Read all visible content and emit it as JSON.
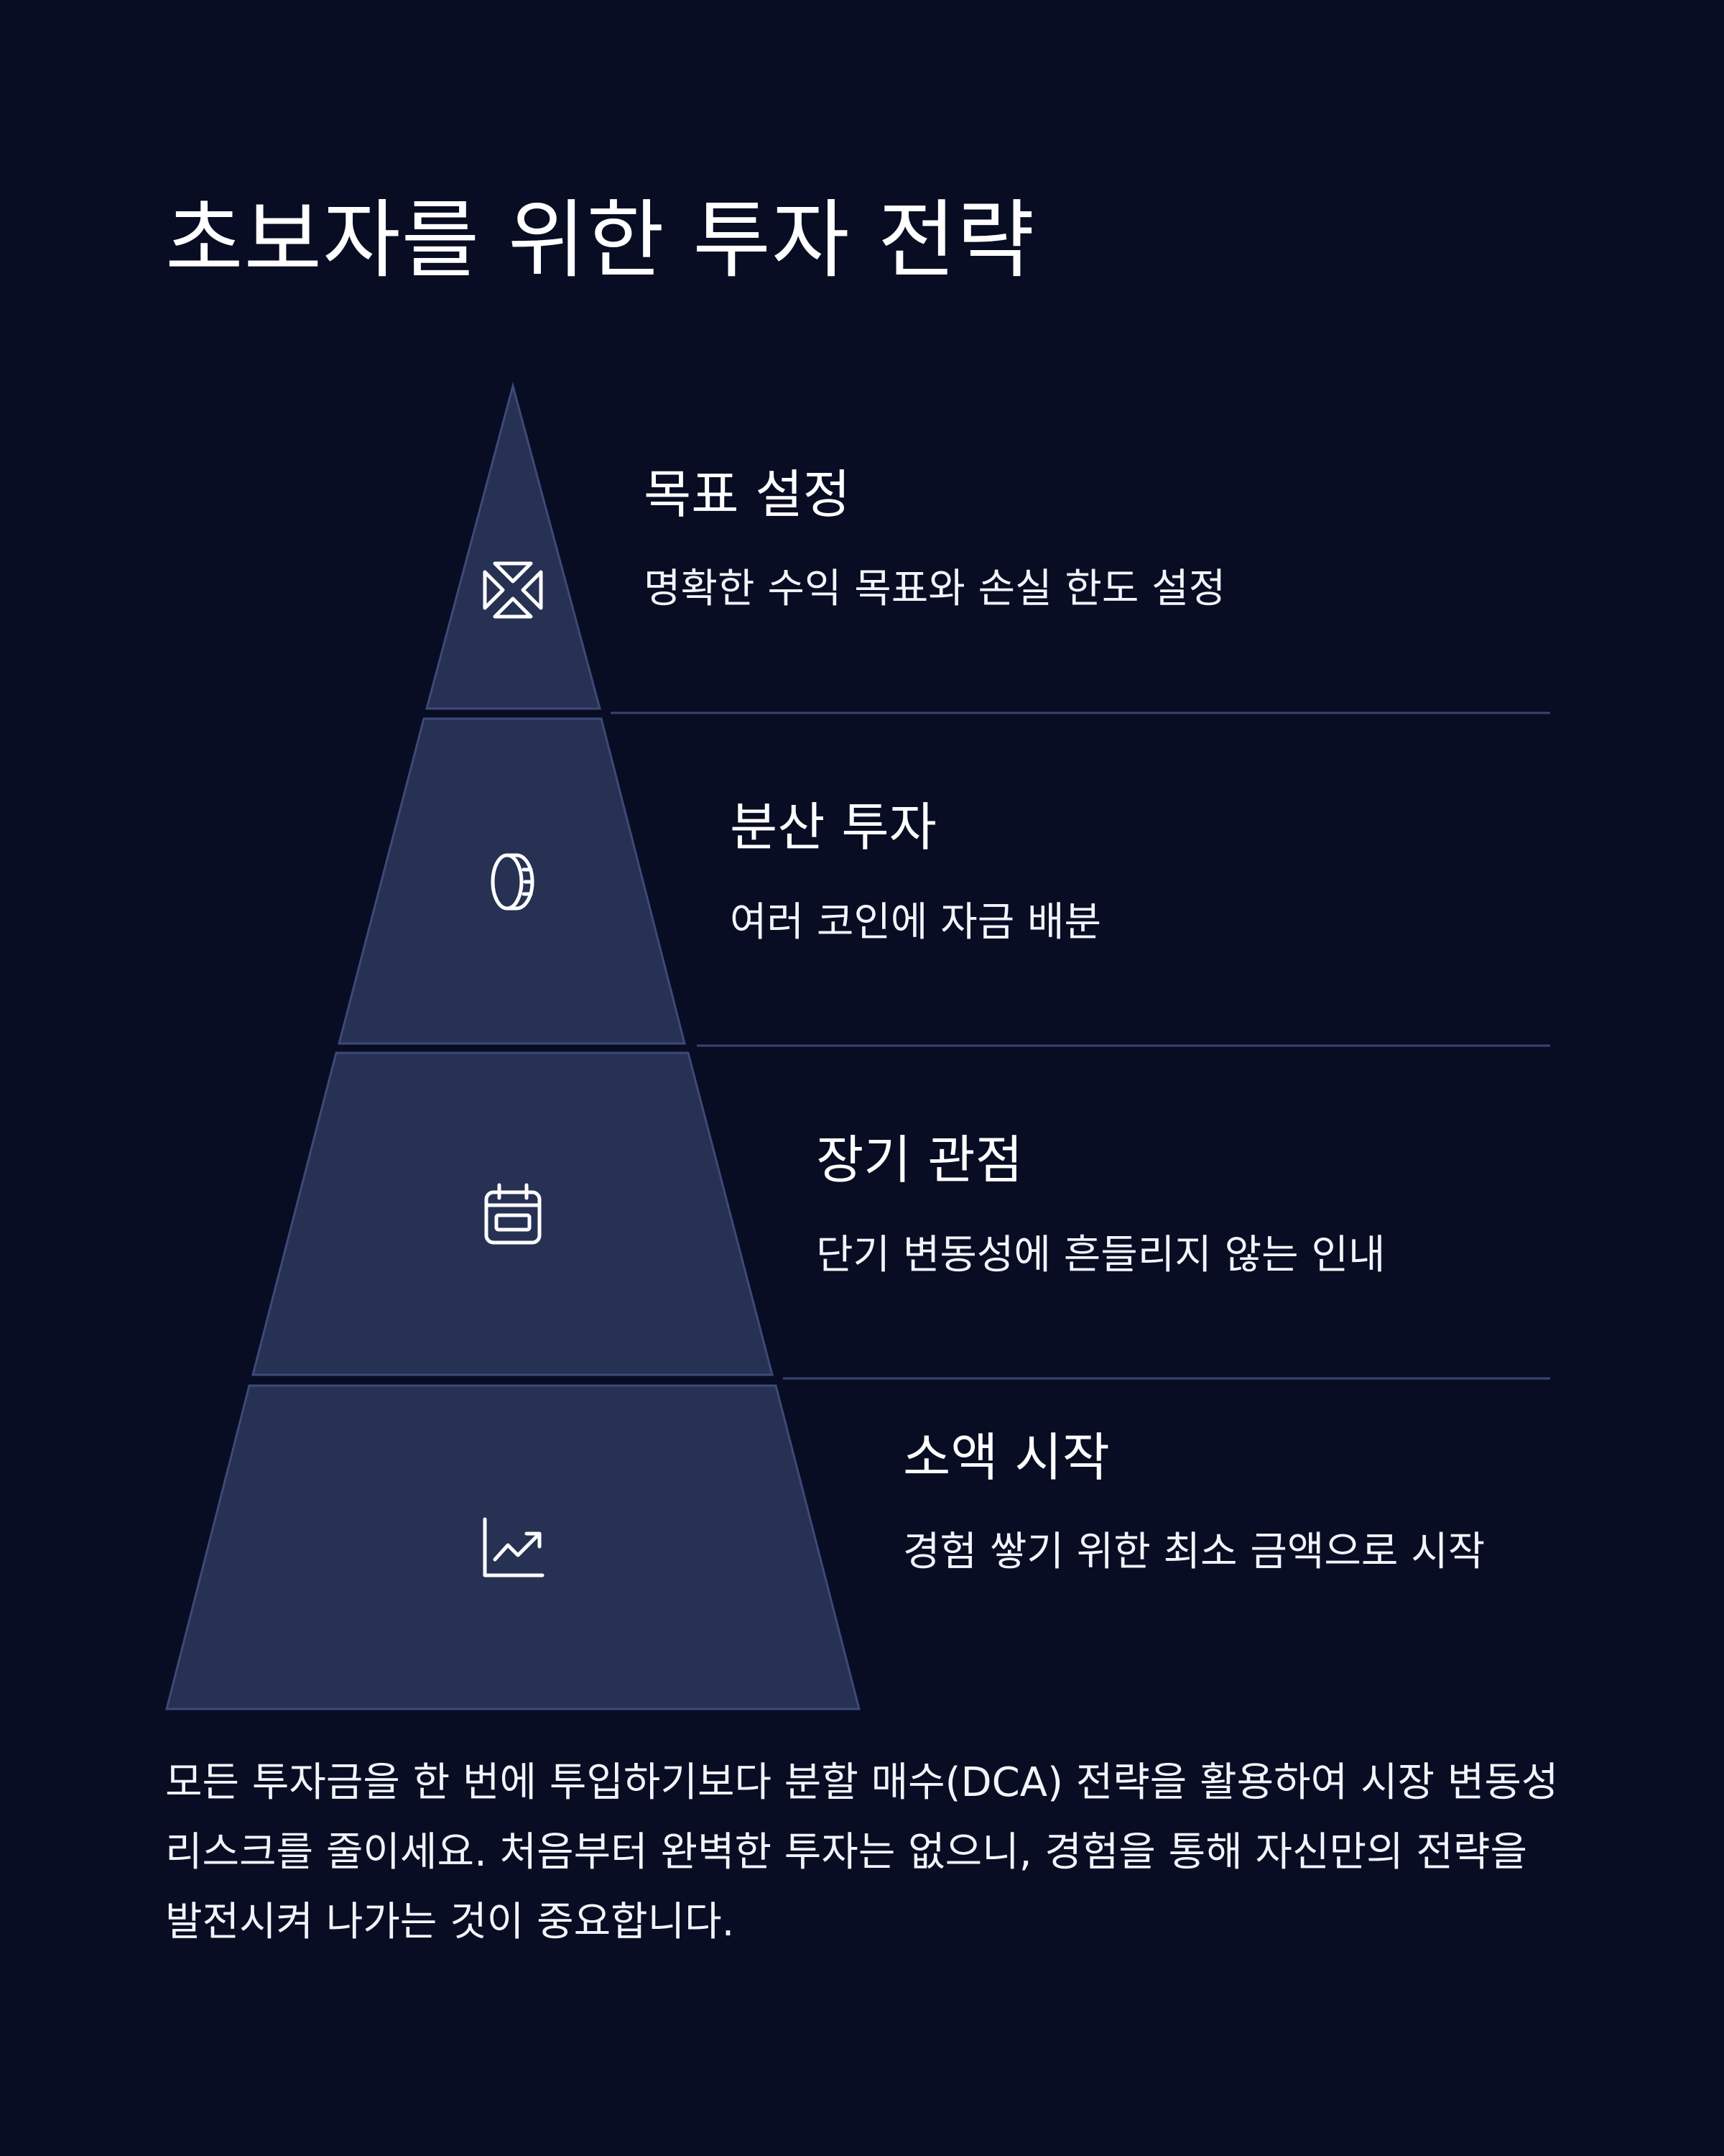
{
  "title": "초보자를 위한 투자 전략",
  "levels": [
    {
      "title": "목표 설정",
      "description": "명확한 수익 목표와 손실 한도 설정",
      "icon": "target-arrows-icon"
    },
    {
      "title": "분산 투자",
      "description": "여러 코인에 자금 배분",
      "icon": "coin-icon"
    },
    {
      "title": "장기 관점",
      "description": "단기 변동성에 흔들리지 않는 인내",
      "icon": "calendar-icon"
    },
    {
      "title": "소액 시작",
      "description": "경험 쌓기 위한 최소 금액으로 시작",
      "icon": "trending-chart-icon"
    }
  ],
  "summary": "모든 투자금을 한 번에 투입하기보다 분할 매수(DCA) 전략을 활용하여 시장 변동성 리스크를 줄이세요. 처음부터 완벽한 투자는 없으니, 경험을 통해 자신만의 전략을 발전시켜 나가는 것이 중요합니다.",
  "colors": {
    "background": "#080d24",
    "tier_fill": "#263154",
    "tier_stroke": "#3d4a78",
    "divider": "#3a4670",
    "text": "#ffffff"
  }
}
